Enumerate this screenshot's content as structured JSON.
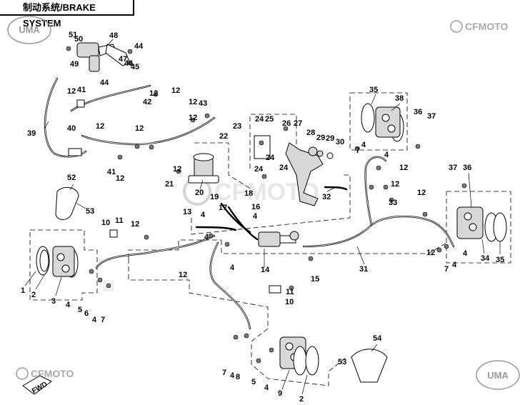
{
  "title": "制动系统/BRAKE SYSTEM",
  "brand": {
    "cfmoto_top_right": "CFMOTO",
    "cfmoto_center_watermark": "CFMOTO",
    "cfmoto_bottom_left": "CFMOTO",
    "uma_top_left": "UMA",
    "uma_bottom_right": "UMA",
    "fwd_label": "FWD"
  },
  "callouts": [
    "1",
    "2",
    "3",
    "4",
    "5",
    "6",
    "7",
    "8",
    "9",
    "10",
    "11",
    "12",
    "13",
    "14",
    "15",
    "16",
    "17",
    "18",
    "19",
    "20",
    "21",
    "22",
    "23",
    "24",
    "25",
    "26",
    "27",
    "28",
    "29",
    "30",
    "31",
    "32",
    "33",
    "34",
    "35",
    "36",
    "37",
    "38",
    "39",
    "40",
    "41",
    "42",
    "43",
    "44",
    "45",
    "46",
    "47",
    "48",
    "49",
    "50",
    "51",
    "52",
    "53",
    "54"
  ]
}
